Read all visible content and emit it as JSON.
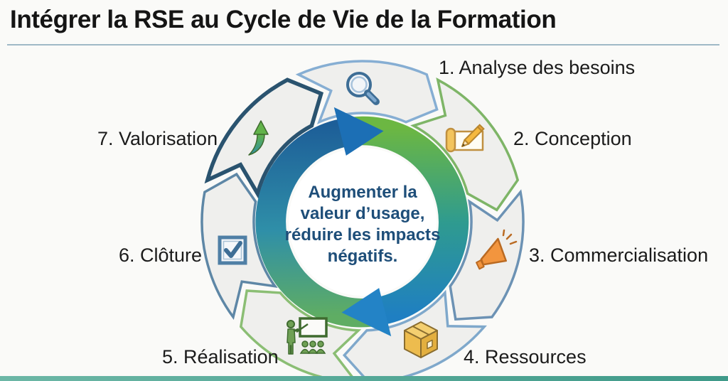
{
  "title": "Intégrer la RSE au Cycle de Vie de la Formation",
  "center": {
    "text": "Augmenter la\nvaleur d’usage,\nréduire les impacts\nnégatifs."
  },
  "steps": [
    {
      "label": "1. Analyse des besoins",
      "icon": "search-icon",
      "ring_color": "#86AED3",
      "ring_width": 3.5
    },
    {
      "label": "2. Conception",
      "icon": "scroll-pencil-icon",
      "ring_color": "#7EB567",
      "ring_width": 3.5
    },
    {
      "label": "3. Commercialisation",
      "icon": "megaphone-icon",
      "ring_color": "#6C92B4",
      "ring_width": 3.5
    },
    {
      "label": "4. Ressources",
      "icon": "package-box-icon",
      "ring_color": "#7FA8CB",
      "ring_width": 3.5
    },
    {
      "label": "5. Réalisation",
      "icon": "trainer-presentation-icon",
      "ring_color": "#8BBE74",
      "ring_width": 3.5
    },
    {
      "label": "6. Clôture",
      "icon": "checkbox-icon",
      "ring_color": "#5E87A6",
      "ring_width": 3.5
    },
    {
      "label": "7. Valorisation",
      "icon": "growth-arrow-icon",
      "ring_color": "#2A536F",
      "ring_width": 5.5
    }
  ],
  "cycle": {
    "right_gradient": [
      "#6CB742",
      "#2F9B8F",
      "#1F7FC2"
    ],
    "left_gradient": [
      "#5FAD63",
      "#2F8FA8",
      "#1D5E98"
    ],
    "top_head": "#1C6FB5",
    "bottom_head": "#2383C6"
  },
  "palette": {
    "segment_fill": "#EFEFED",
    "divider": "#9FB9C6",
    "bottom_bar_left": "#6CB7A6",
    "bottom_bar_right": "#3F9A89",
    "center_text_color": "#1E4E79",
    "steel_blue": "#3E6E96",
    "steel_light": "#7FA9CF",
    "icon_green": "#6FA055",
    "icon_green_dark": "#3F6B2F",
    "icon_orange": "#F2953E",
    "icon_orange_dark": "#BA6A22",
    "icon_gold": "#EDBC4E",
    "icon_gold_outline": "#8A6D2F"
  }
}
